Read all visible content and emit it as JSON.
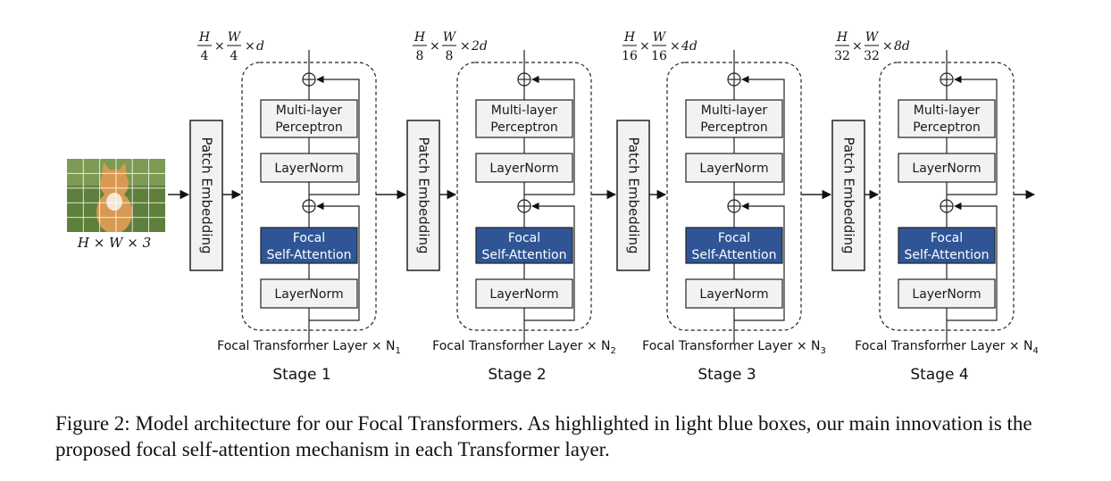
{
  "input": {
    "dims_label": "H × W × 3",
    "colors": {
      "grass": "#5f7f3c",
      "fur": "#d89a52",
      "grid": "#ffffff"
    }
  },
  "stages": [
    {
      "title": "Stage 1",
      "layer_label": "Focal Transformer Layer",
      "repeat_prefix": "× N",
      "repeat_sub": "1",
      "dims": {
        "h_den": "4",
        "w_den": "4",
        "channels": "d"
      }
    },
    {
      "title": "Stage 2",
      "layer_label": "Focal Transformer Layer",
      "repeat_prefix": "× N",
      "repeat_sub": "2",
      "dims": {
        "h_den": "8",
        "w_den": "8",
        "channels": "2d"
      }
    },
    {
      "title": "Stage 3",
      "layer_label": "Focal Transformer Layer",
      "repeat_prefix": "× N",
      "repeat_sub": "3",
      "dims": {
        "h_den": "16",
        "w_den": "16",
        "channels": "4d"
      }
    },
    {
      "title": "Stage 4",
      "layer_label": "Focal Transformer Layer",
      "repeat_prefix": "× N",
      "repeat_sub": "4",
      "dims": {
        "h_den": "32",
        "w_den": "32",
        "channels": "8d"
      }
    }
  ],
  "blocks": {
    "patch_embedding": "Patch Embedding",
    "mlp_line1": "Multi-layer",
    "mlp_line2": "Perceptron",
    "layernorm": "LayerNorm",
    "focal_line1": "Focal",
    "focal_line2": "Self-Attention",
    "plus_symbol": "⊕"
  },
  "colors": {
    "focal_fill": "#2f5597",
    "block_fill": "#f2f2f2",
    "stroke": "#222222"
  },
  "caption": "Figure 2: Model architecture for our Focal Transformers. As highlighted in light blue boxes, our main innovation is the proposed focal self-attention mechanism in each Transformer layer."
}
